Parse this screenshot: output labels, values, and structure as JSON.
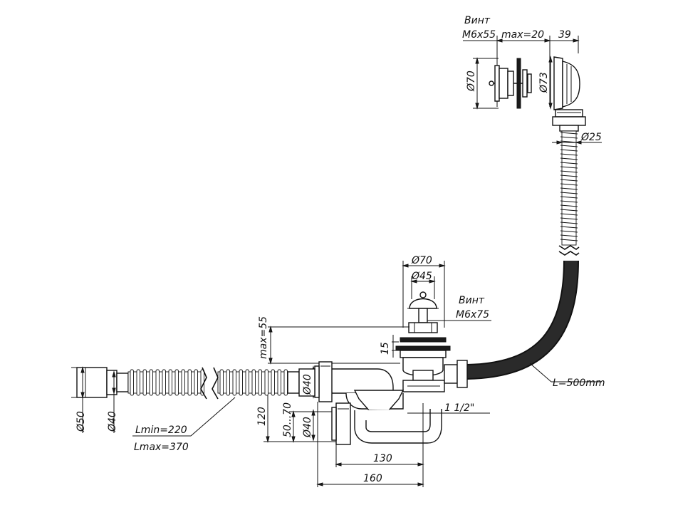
{
  "overflow": {
    "screw_label": "Винт",
    "screw_size": "M6x55",
    "gap": "max=20",
    "depth": "39",
    "plate_diameter": "Ø70",
    "flange_diameter": "Ø73",
    "hose_diameter": "Ø25"
  },
  "drain": {
    "outer_diameter": "Ø70",
    "inner_diameter": "Ø45",
    "screw_label": "Винт",
    "screw_size": "M6x75",
    "max_height": "max=55",
    "plate_thickness": "15",
    "thread": "1 1/2\""
  },
  "siphon": {
    "outlet_diameter_upper": "Ø40",
    "outlet_diameter_lower": "Ø40",
    "height": "120",
    "adjust_range": "50...70",
    "width_inner": "130",
    "width_outer": "160"
  },
  "corrugated": {
    "outer_diameter": "Ø50",
    "inner_diameter": "Ø40",
    "lmin": "Lmin=220",
    "lmax": "Lmax=370"
  },
  "hose_length": "L=500mm"
}
